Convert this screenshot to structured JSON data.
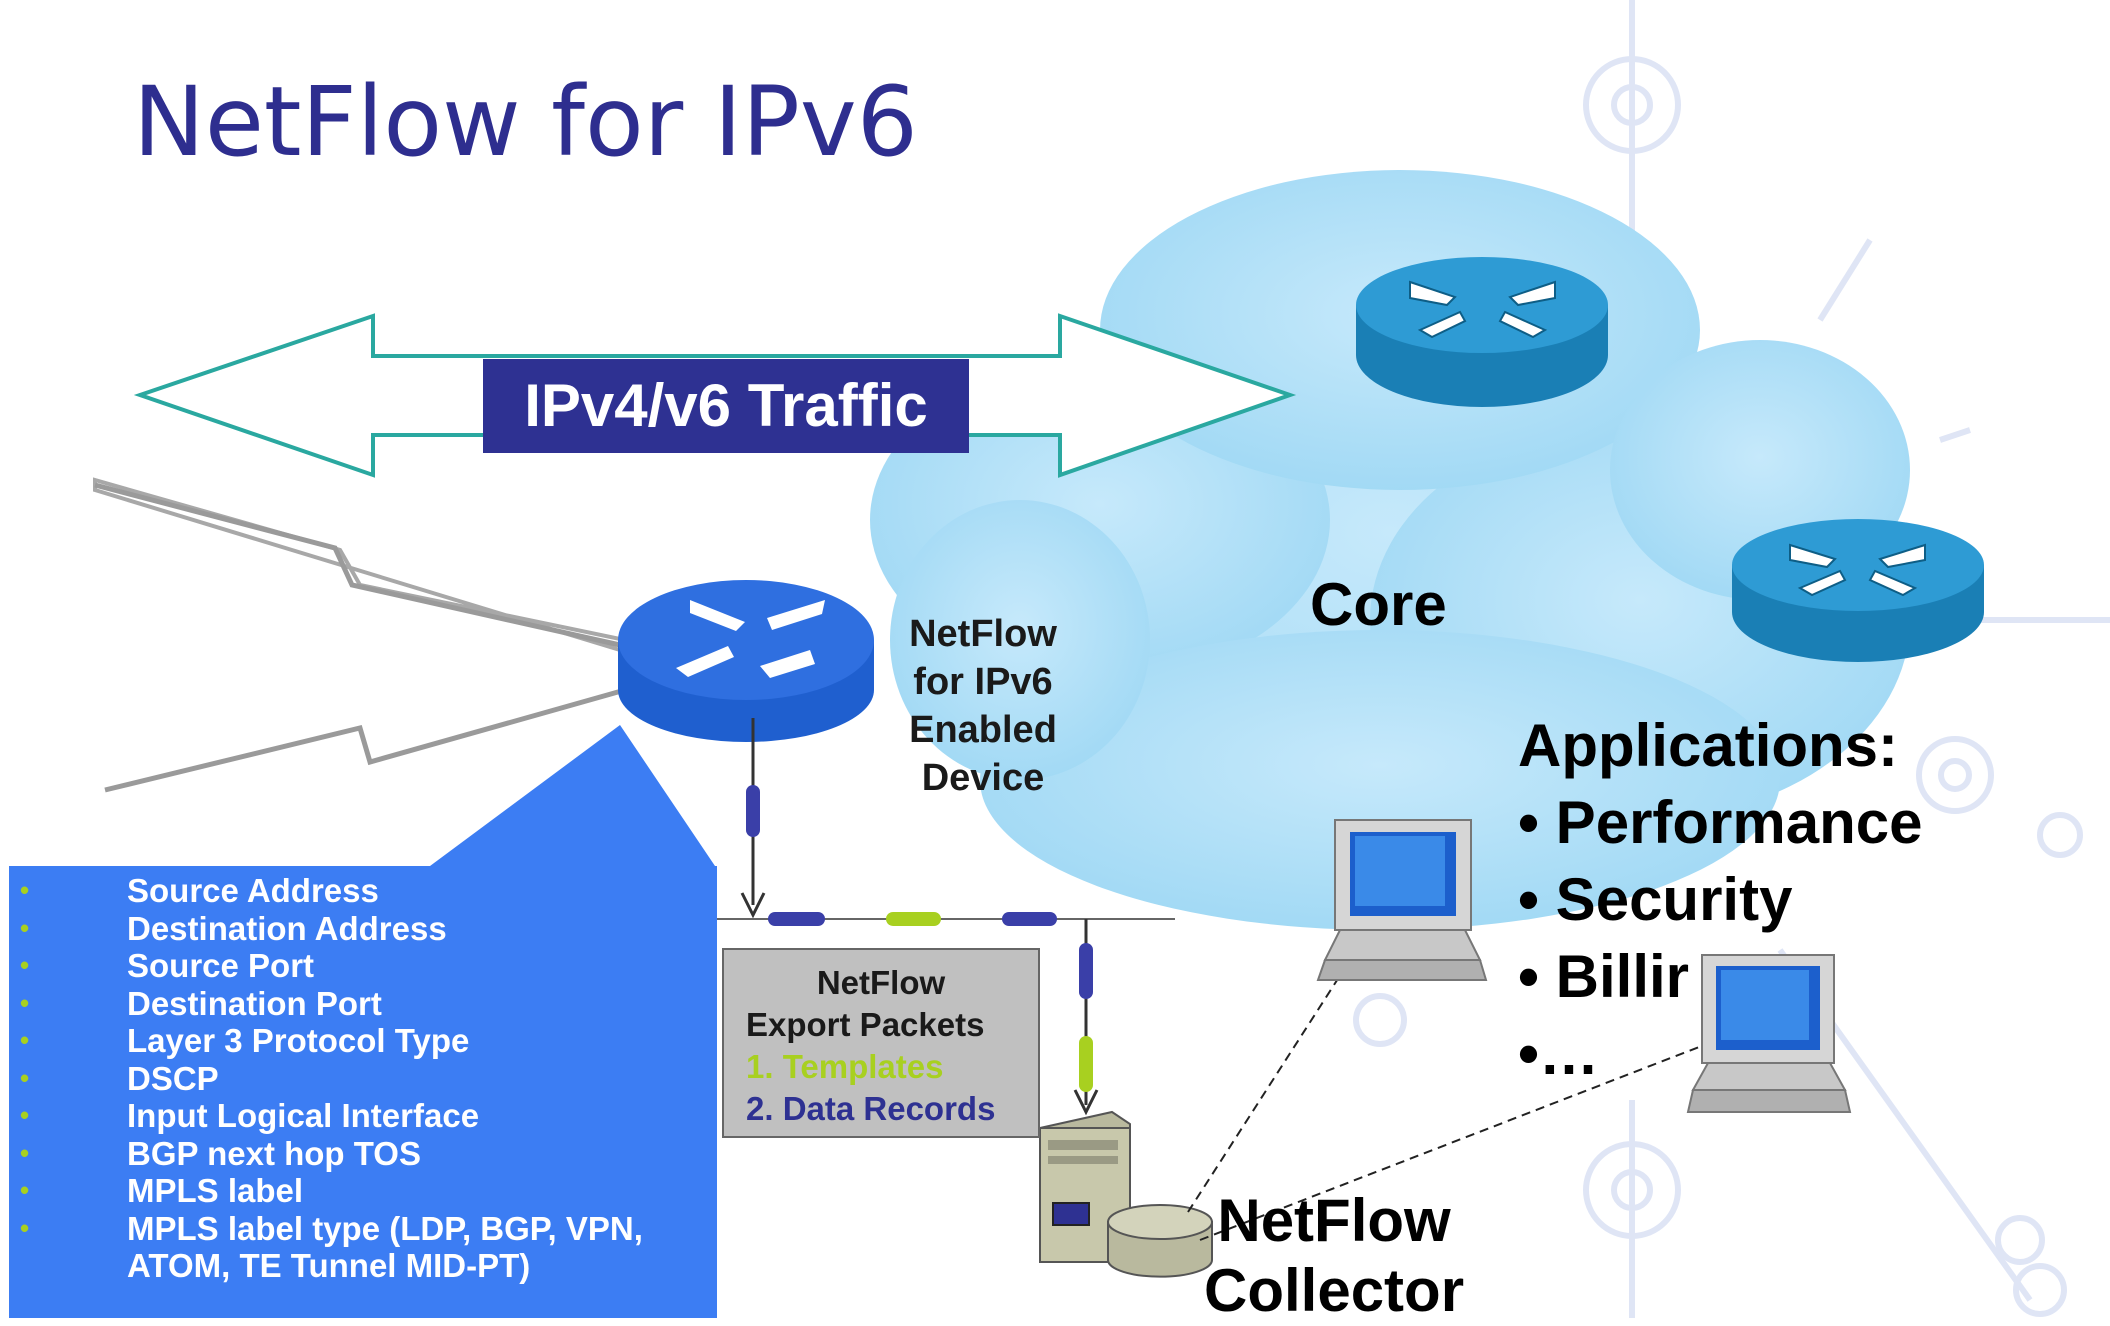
{
  "slide": {
    "title": "NetFlow for IPv6",
    "traffic_label": "IPv4/v6 Traffic",
    "core_label": "Core",
    "device_label": [
      "NetFlow",
      "for IPv6",
      "Enabled",
      "Device"
    ],
    "applications": {
      "heading": "Applications:",
      "items": [
        "• Performance",
        "• Security",
        "• Billir",
        "•…"
      ]
    },
    "flow_fields": [
      "Source Address",
      "Destination Address",
      "Source Port",
      "Destination Port",
      "Layer 3 Protocol Type",
      "DSCP",
      "Input Logical Interface",
      "BGP next hop TOS",
      "MPLS label",
      "MPLS label type (LDP, BGP, VPN,",
      "ATOM, TE Tunnel MID-PT)"
    ],
    "bullet_glyph": "•",
    "export_packets": {
      "title": "NetFlow",
      "subtitle": "Export Packets",
      "records": [
        "1. Templates",
        "2. Data Records"
      ]
    },
    "collector_label": [
      "NetFlow",
      "Collector"
    ]
  },
  "colors": {
    "title": "#2e2e8f",
    "traffic_label_bg": "#2e3192",
    "cloud": "#a8dcf5",
    "router_edge": "#1a7fb5",
    "router_top": "#2e9bd4",
    "edge_router_top": "#2f6fe0",
    "fields_box": "#3c7df3",
    "template_green": "#a8d020",
    "dash_blue": "#3a3fa8",
    "export_box": "#c0c0c0"
  }
}
